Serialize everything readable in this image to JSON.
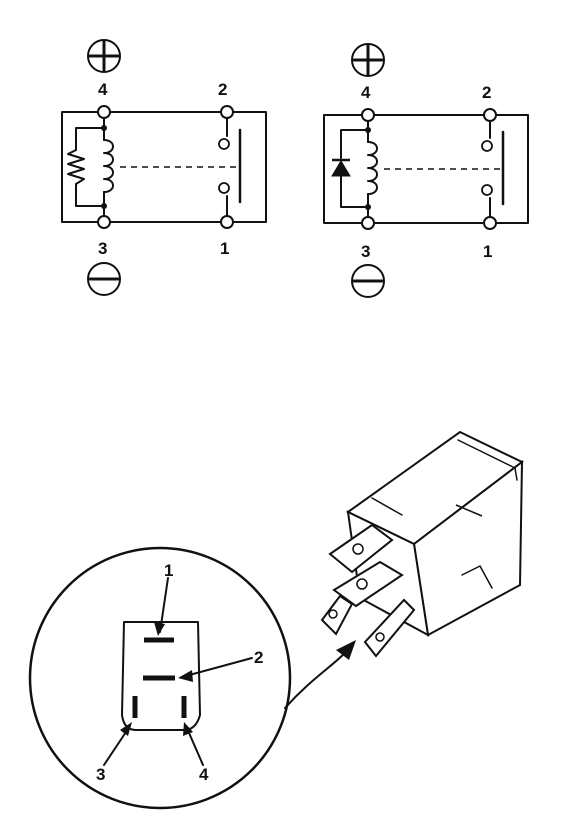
{
  "relay_left": {
    "term_top_left": "4",
    "term_top_right": "2",
    "term_bottom_left": "3",
    "term_bottom_right": "1",
    "polarity_top": "positive",
    "polarity_bottom": "negative",
    "suppressor": "resistor"
  },
  "relay_right": {
    "term_top_left": "4",
    "term_top_right": "2",
    "term_bottom_left": "3",
    "term_bottom_right": "1",
    "polarity_top": "positive",
    "polarity_bottom": "negative",
    "suppressor": "diode"
  },
  "connector_view": {
    "pin_1": "1",
    "pin_2": "2",
    "pin_3": "3",
    "pin_4": "4"
  },
  "colors": {
    "ink": "#111111",
    "paper": "#ffffff"
  },
  "icons": [
    "plus-circle-icon",
    "minus-circle-icon",
    "resistor-icon",
    "diode-icon",
    "coil-icon",
    "switch-contact-icon",
    "relay-body-icon",
    "arrow-icon"
  ]
}
